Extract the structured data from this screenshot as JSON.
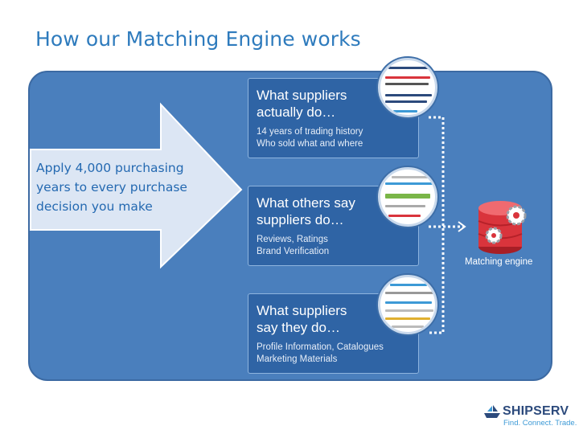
{
  "title": "How our Matching Engine works",
  "arrow": {
    "text": "Apply 4,000 purchasing years to every purchase decision you make"
  },
  "cards": [
    {
      "heading_1": "What suppliers",
      "heading_2": "actually do…",
      "sub_1": "14 years of trading history",
      "sub_2": "Who sold what and where"
    },
    {
      "heading_1": "What others say",
      "heading_2": "suppliers do…",
      "sub_1": "Reviews, Ratings",
      "sub_2": "Brand Verification"
    },
    {
      "heading_1": "What suppliers",
      "heading_2": "say they do…",
      "sub_1": "Profile Information, Catalogues",
      "sub_2": "Marketing Materials"
    }
  ],
  "engine": {
    "label": "Matching engine"
  },
  "logo": {
    "name": "SHIPSERV",
    "tagline": "Find. Connect. Trade."
  },
  "colors": {
    "title": "#2e7bbd",
    "panel": "#4a7fbd",
    "card": "#2f64a5",
    "arrow": "#dce6f4",
    "engine_red": "#d9343c"
  },
  "icons": [
    "large-arrow",
    "database-gear-icon",
    "shipserv-logo-icon",
    "dotted-connector"
  ]
}
